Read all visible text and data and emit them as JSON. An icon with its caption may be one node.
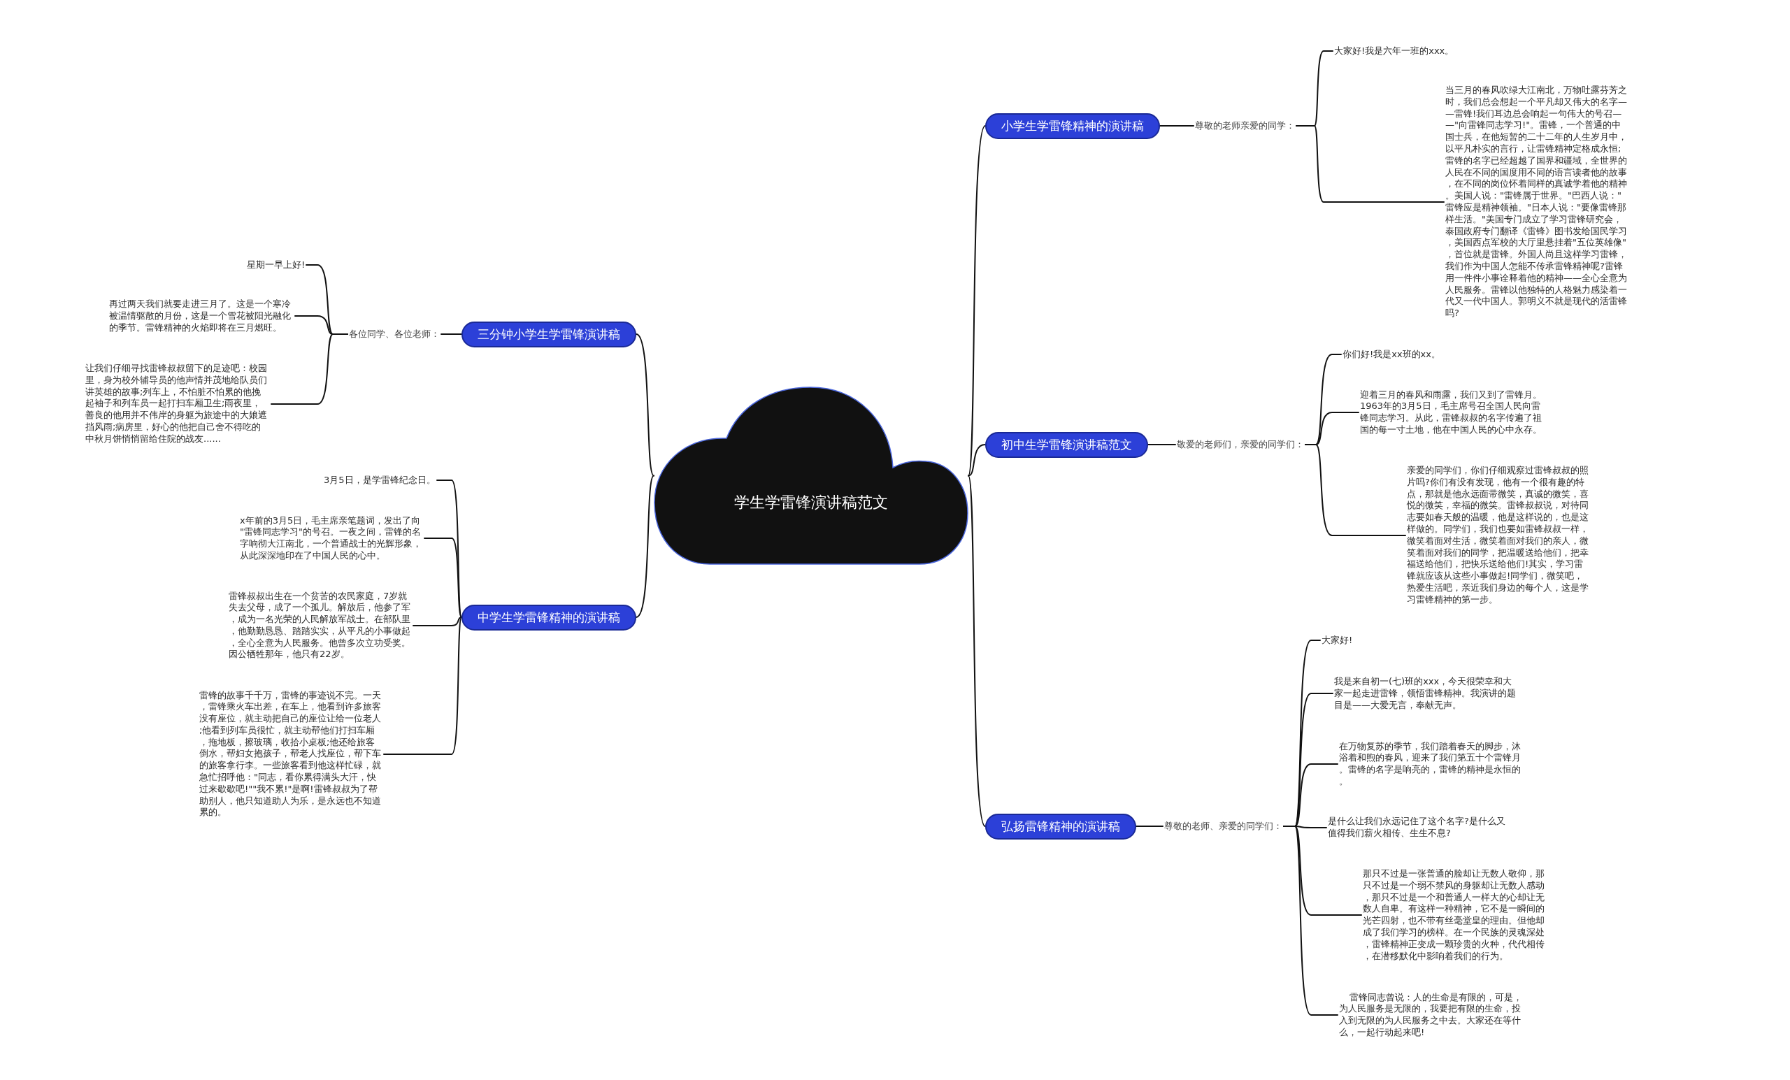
{
  "diagram": {
    "nodes": [
      {
        "text": [
          "学生学雷锋演讲稿范文"
        ]
      },
      {
        "text": [
          "小学生学雷锋精神的演讲稿"
        ]
      },
      {
        "text": [
          "尊敬的老师亲爱的同学："
        ]
      },
      {
        "text": [
          "大家好!我是六年一班的xxx。"
        ]
      },
      {
        "text": [
          "当三月的春风吹绿大江南北，万物吐露芬芳之时，我们总会想起一个平凡却又伟大的名字——雷锋!我们耳边总会响起一句伟大的号召——\"向雷锋同志学习!\"。雷锋，一个普通的中国士兵，在他短暂的二十二年的人生岁月中，以平凡朴实的言行，让雷锋精神定格成永恒;雷锋的名字已经超越了国界和疆域，全世界的人民在不同的国度用不同的语言读者他的故事，在不同的岗位怀着同样的真诚学着他的精神。美国人说：\"雷锋属于世界。\"巴西人说：\"雷锋应是精神领袖。\"日本人说：\"要像雷锋那样生活。\"美国专门成立了学习雷锋研究会，泰国政府专门翻译《雷锋》图书发给国民学习，美国西点军校的大厅里悬挂着\"五位英雄像\"，首位就是雷锋。外国人尚且这样学习雷锋，我们作为中国人怎能不传承雷锋精神呢?雷锋用一件件小事诠释着他的精神——全心全意为人民服务。雷锋以他独特的人格魅力感染着一代又一代中国人。郭明义不就是现代的活雷锋吗?"
        ]
      },
      {
        "text": [
          "初中生学雷锋演讲稿范文"
        ]
      },
      {
        "text": [
          "敬爱的老师们，亲爱的同学们："
        ]
      },
      {
        "text": [
          "你们好!我是xx班的xx。"
        ]
      },
      {
        "text": [
          "迎着三月的春风和雨露，我们又到了雷锋月。1963年的3月5日，毛主席号召全国人民向雷锋同志学习。从此，雷锋叔叔的名字传遍了祖国的每一寸土地，他在中国人民的心中永存。"
        ]
      },
      {
        "text": [
          "亲爱的同学们，你们仔细观察过雷锋叔叔的照片吗?你们有没有发现，他有一个很有趣的特点，那就是他永远面带微笑，真诚的微笑，喜悦的微笑，幸福的微笑。雷锋叔叔说，对待同志要如春天般的温暖，他是这样说的，也是这样做的。同学们，我们也要如雷锋叔叔一样，微笑着面对生活，微笑着面对我们的亲人，微笑着面对我们的同学，把温暖送给他们，把幸福送给他们，把快乐送给他们!其实，学习雷锋就应该从这些小事做起!同学们，微笑吧，热爱生活吧，亲近我们身边的每个人，这是学习雷锋精神的第一步。"
        ]
      },
      {
        "text": [
          "弘扬雷锋精神的演讲稿"
        ]
      },
      {
        "text": [
          "尊敬的老师、亲爱的同学们："
        ]
      },
      {
        "text": [
          "大家好!"
        ]
      },
      {
        "text": [
          "我是来自初一(七)班的xxx，今天很荣幸和大家一起走进雷锋，领悟雷锋精神。我演讲的题目是——大爱无言，奉献无声。"
        ]
      },
      {
        "text": [
          "在万物复苏的季节，我们踏着春天的脚步，沐浴着和煦的春风，迎来了我们第五十个雷锋月。雷锋的名字是响亮的，雷锋的精神是永恒的。"
        ]
      },
      {
        "text": [
          "是什么让我们永远记住了这个名字?是什么又值得我们薪火相传、生生不息?"
        ]
      },
      {
        "text": [
          "那只不过是一张普通的脸却让无数人敬仰，那只不过是一个弱不禁风的身躯却让无数人感动，那只不过是一个和普通人一样大的心却让无数人自卑。有这样一种精神，它不是一瞬间的光芒四射，也不带有丝毫堂皇的理由。但他却成了我们学习的榜样。在一个民族的灵魂深处，雷锋精神正变成一颗珍贵的火种，代代相传，在潜移默化中影响着我们的行为。"
        ]
      },
      {
        "text": [
          "雷锋同志曾说：人的生命是有限的，可是，为人民服务是无限的，我要把有限的生命，投入到无限的为人民服务之中去。大家还在等什么，一起行动起来吧!"
        ]
      },
      {
        "text": [
          "三分钟小学生学雷锋演讲稿"
        ]
      },
      {
        "text": [
          "各位同学、各位老师："
        ]
      },
      {
        "text": [
          "星期一早上好!"
        ]
      },
      {
        "text": [
          "再过两天我们就要走进三月了。这是一个寒冷被温情驱散的月份，这是一个雪花被阳光融化的季节。雷锋精神的火焰即将在三月燃旺。"
        ]
      },
      {
        "text": [
          "让我们仔细寻找雷锋叔叔留下的足迹吧：校园里，身为校外辅导员的他声情并茂地给队员们讲英雄的故事;列车上，不怕脏不怕累的他挽起袖子和列车员一起打扫车厢卫生;雨夜里，善良的他用并不伟岸的身躯为旅途中的大娘遮挡风雨;病房里，好心的他把自己舍不得吃的中秋月饼悄悄留给住院的战友......"
        ]
      },
      {
        "text": [
          "中学生学雷锋精神的演讲稿"
        ]
      },
      {
        "text": [
          "3月5日，是学雷锋纪念日。"
        ]
      },
      {
        "text": [
          "x年前的3月5日，毛主席亲笔题词，发出了向\"雷锋同志学习\"的号召。一夜之间，雷锋的名字响彻大江南北，一个普通战士的光辉形象，从此深深地印在了中国人民的心中。"
        ]
      },
      {
        "text": [
          "雷锋叔叔出生在一个贫苦的农民家庭，7岁就失去父母，成了一个孤儿。解放后，他参了军，成为一名光荣的人民解放军战士。在部队里，他勤勤恳恳、踏踏实实，从平凡的小事做起，全心全意为人民服务。他曾多次立功受奖。因公牺牲那年，他只有22岁。"
        ]
      },
      {
        "text": [
          "雷锋的故事千千万，雷锋的事迹说不完。一天，雷锋乘火车出差，在车上，他看到许多旅客没有座位，就主动把自己的座位让给一位老人;他看到列车员很忙，就主动帮他们打扫车厢，拖地板，擦玻璃，收拾小桌板;他还给旅客倒水，帮妇女抱孩子，帮老人找座位，帮下车的旅客拿行李。一些旅客看到他这样忙碌，就急忙招呼他：\"同志，看你累得满头大汗，快过来歇歇吧!\"\"我不累!\"是啊!雷锋叔叔为了帮助别人，他只知道助人为乐，是永远也不知道累的。"
        ]
      }
    ],
    "edges": [
      {
        "from": 0,
        "to": 1,
        "arrow": "none"
      },
      {
        "from": 1,
        "to": 2,
        "arrow": "none"
      },
      {
        "from": 2,
        "to": 3,
        "arrow": "none"
      },
      {
        "from": 2,
        "to": 4,
        "arrow": "none"
      },
      {
        "from": 0,
        "to": 5,
        "arrow": "none"
      },
      {
        "from": 5,
        "to": 6,
        "arrow": "none"
      },
      {
        "from": 6,
        "to": 7,
        "arrow": "none"
      },
      {
        "from": 6,
        "to": 8,
        "arrow": "none"
      },
      {
        "from": 6,
        "to": 9,
        "arrow": "none"
      },
      {
        "from": 0,
        "to": 10,
        "arrow": "none"
      },
      {
        "from": 10,
        "to": 11,
        "arrow": "none"
      },
      {
        "from": 11,
        "to": 12,
        "arrow": "none"
      },
      {
        "from": 11,
        "to": 13,
        "arrow": "none"
      },
      {
        "from": 11,
        "to": 14,
        "arrow": "none"
      },
      {
        "from": 11,
        "to": 15,
        "arrow": "none"
      },
      {
        "from": 11,
        "to": 16,
        "arrow": "none"
      },
      {
        "from": 11,
        "to": 17,
        "arrow": "none"
      },
      {
        "from": 0,
        "to": 18,
        "arrow": "none"
      },
      {
        "from": 18,
        "to": 19,
        "arrow": "none"
      },
      {
        "from": 19,
        "to": 20,
        "arrow": "none"
      },
      {
        "from": 19,
        "to": 21,
        "arrow": "none"
      },
      {
        "from": 19,
        "to": 22,
        "arrow": "none"
      },
      {
        "from": 0,
        "to": 23,
        "arrow": "none"
      },
      {
        "from": 23,
        "to": 24,
        "arrow": "none"
      },
      {
        "from": 23,
        "to": 25,
        "arrow": "none"
      },
      {
        "from": 23,
        "to": 26,
        "arrow": "none"
      },
      {
        "from": 23,
        "to": 27,
        "arrow": "none"
      }
    ]
  }
}
